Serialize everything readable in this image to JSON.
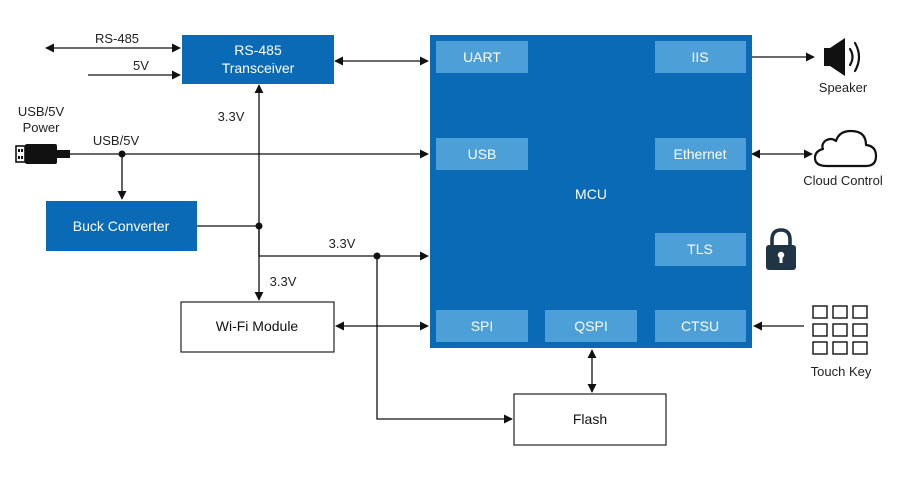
{
  "colors": {
    "mcu_fill": "#0a6ab5",
    "block_fill": "#0a6ab5",
    "peripheral_fill": "#4d9fd8",
    "line": "#111111",
    "white_box_border": "#222222"
  },
  "blocks": {
    "rs485_transceiver": {
      "line1": "RS-485",
      "line2": "Transceiver"
    },
    "buck_converter": "Buck Converter",
    "wifi_module": "Wi-Fi Module",
    "flash": "Flash",
    "mcu": "MCU"
  },
  "peripherals": {
    "uart": "UART",
    "iis": "IIS",
    "usb": "USB",
    "ethernet": "Ethernet",
    "tls": "TLS",
    "spi": "SPI",
    "qspi": "QSPI",
    "ctsu": "CTSU"
  },
  "signals": {
    "rs485": "RS-485",
    "v5": "5V",
    "usb5v": "USB/5V",
    "v33_transceiver": "3.3V",
    "v33_mcu": "3.3V",
    "v33_wifi": "3.3V"
  },
  "external": {
    "usb_power": {
      "line1": "USB/5V",
      "line2": "Power",
      "icon": "usb-plug-icon"
    },
    "speaker": {
      "label": "Speaker",
      "icon": "speaker-icon"
    },
    "cloud": {
      "label": "Cloud Control",
      "icon": "cloud-icon"
    },
    "lock": {
      "icon": "lock-icon"
    },
    "touch_key": {
      "label": "Touch Key",
      "icon": "keypad-icon"
    }
  }
}
